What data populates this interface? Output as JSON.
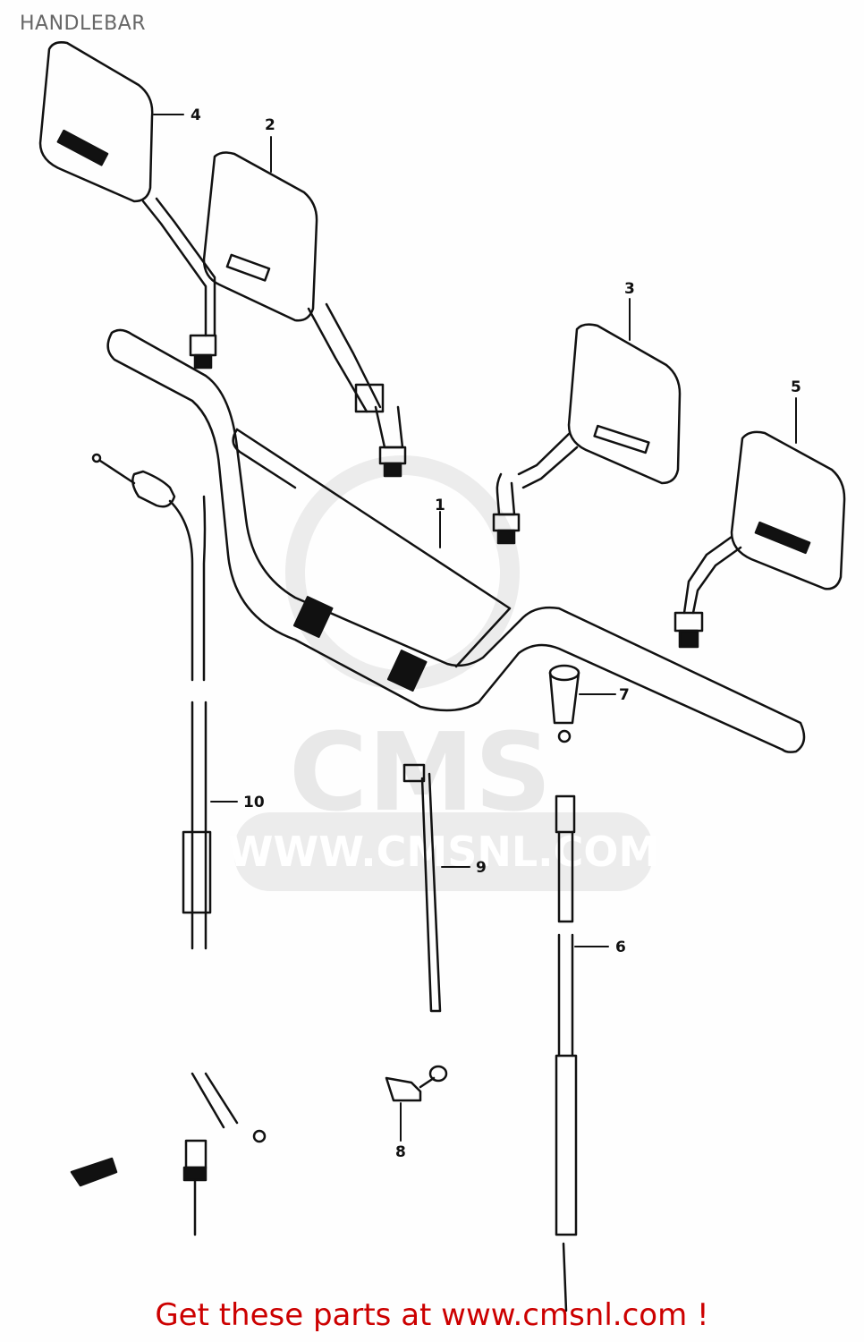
{
  "header": {
    "title": "HANDLEBAR"
  },
  "footer": {
    "text": "Get these parts at www.cmsnl.com !",
    "color": "#cc0000"
  },
  "watermark": {
    "logo_text": "CMS",
    "url_text": "WWW.CMSNL.COM"
  },
  "diagram": {
    "type": "exploded-parts-view",
    "parts": [
      {
        "ref": "1",
        "name": "handlebar"
      },
      {
        "ref": "2",
        "name": "mirror-left-inner"
      },
      {
        "ref": "3",
        "name": "mirror-right-inner"
      },
      {
        "ref": "4",
        "name": "mirror-left-outer"
      },
      {
        "ref": "5",
        "name": "mirror-right-outer"
      },
      {
        "ref": "6",
        "name": "cable"
      },
      {
        "ref": "7",
        "name": "cap"
      },
      {
        "ref": "8",
        "name": "clamp"
      },
      {
        "ref": "9",
        "name": "tie"
      },
      {
        "ref": "10",
        "name": "throttle-cable"
      }
    ],
    "labels": {
      "p1": "1",
      "p2": "2",
      "p3": "3",
      "p4": "4",
      "p5": "5",
      "p6": "6",
      "p7": "7",
      "p8": "8",
      "p9": "9",
      "p10": "10"
    }
  }
}
